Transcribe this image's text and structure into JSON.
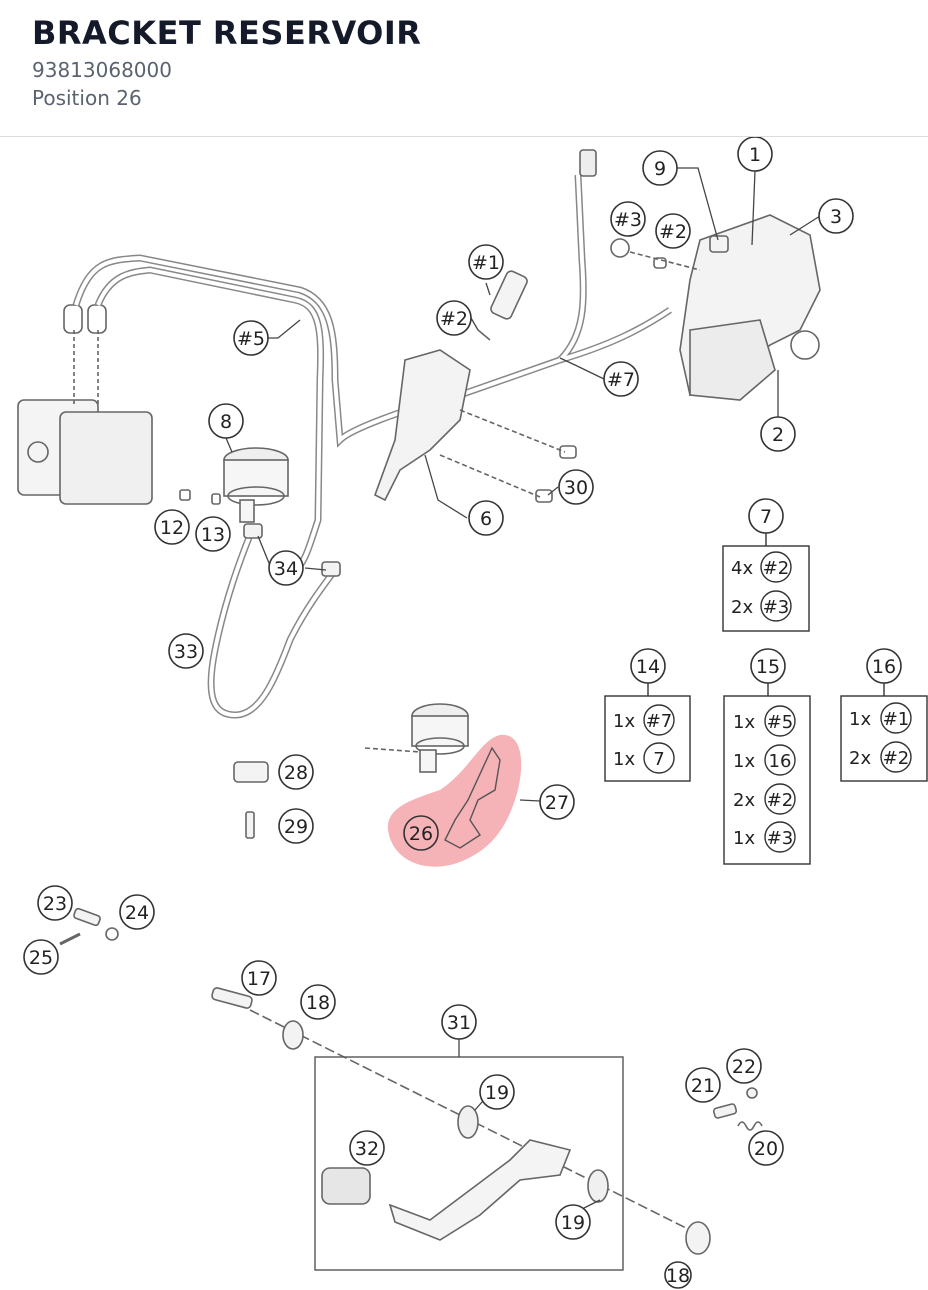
{
  "header": {
    "title": "BRACKET RESERVOIR",
    "part_number": "93813068000",
    "position": "Position 26"
  },
  "highlight_color": "#f29aa0",
  "callouts": [
    {
      "id": "c1",
      "label": "1"
    },
    {
      "id": "c9",
      "label": "9"
    },
    {
      "id": "c3",
      "label": "3"
    },
    {
      "id": "c3h",
      "label": "#3"
    },
    {
      "id": "c2h_a",
      "label": "#2"
    },
    {
      "id": "c1h",
      "label": "#1"
    },
    {
      "id": "c2h_b",
      "label": "#2"
    },
    {
      "id": "c5h",
      "label": "#5"
    },
    {
      "id": "c7h",
      "label": "#7"
    },
    {
      "id": "c2",
      "label": "2"
    },
    {
      "id": "c8",
      "label": "8"
    },
    {
      "id": "c30",
      "label": "30"
    },
    {
      "id": "c6",
      "label": "6"
    },
    {
      "id": "c12",
      "label": "12"
    },
    {
      "id": "c13",
      "label": "13"
    },
    {
      "id": "c34",
      "label": "34"
    },
    {
      "id": "c33",
      "label": "33"
    },
    {
      "id": "c7",
      "label": "7"
    },
    {
      "id": "c14",
      "label": "14"
    },
    {
      "id": "c15",
      "label": "15"
    },
    {
      "id": "c16",
      "label": "16"
    },
    {
      "id": "c28",
      "label": "28"
    },
    {
      "id": "c29",
      "label": "29"
    },
    {
      "id": "c27",
      "label": "27"
    },
    {
      "id": "c26",
      "label": "26"
    },
    {
      "id": "c23",
      "label": "23"
    },
    {
      "id": "c24",
      "label": "24"
    },
    {
      "id": "c25",
      "label": "25"
    },
    {
      "id": "c17",
      "label": "17"
    },
    {
      "id": "c18a",
      "label": "18"
    },
    {
      "id": "c31",
      "label": "31"
    },
    {
      "id": "c19a",
      "label": "19"
    },
    {
      "id": "c32",
      "label": "32"
    },
    {
      "id": "c19b",
      "label": "19"
    },
    {
      "id": "c21",
      "label": "21"
    },
    {
      "id": "c22",
      "label": "22"
    },
    {
      "id": "c20",
      "label": "20"
    },
    {
      "id": "c18b",
      "label": "18"
    }
  ],
  "kits": {
    "k7": [
      {
        "qty": "4x",
        "ref": "#2"
      },
      {
        "qty": "2x",
        "ref": "#3"
      }
    ],
    "k14": [
      {
        "qty": "1x",
        "ref": "#7"
      },
      {
        "qty": "1x",
        "ref": "7"
      }
    ],
    "k15": [
      {
        "qty": "1x",
        "ref": "#5"
      },
      {
        "qty": "1x",
        "ref": "16"
      },
      {
        "qty": "2x",
        "ref": "#2"
      },
      {
        "qty": "1x",
        "ref": "#3"
      }
    ],
    "k16": [
      {
        "qty": "1x",
        "ref": "#1"
      },
      {
        "qty": "2x",
        "ref": "#2"
      }
    ]
  }
}
